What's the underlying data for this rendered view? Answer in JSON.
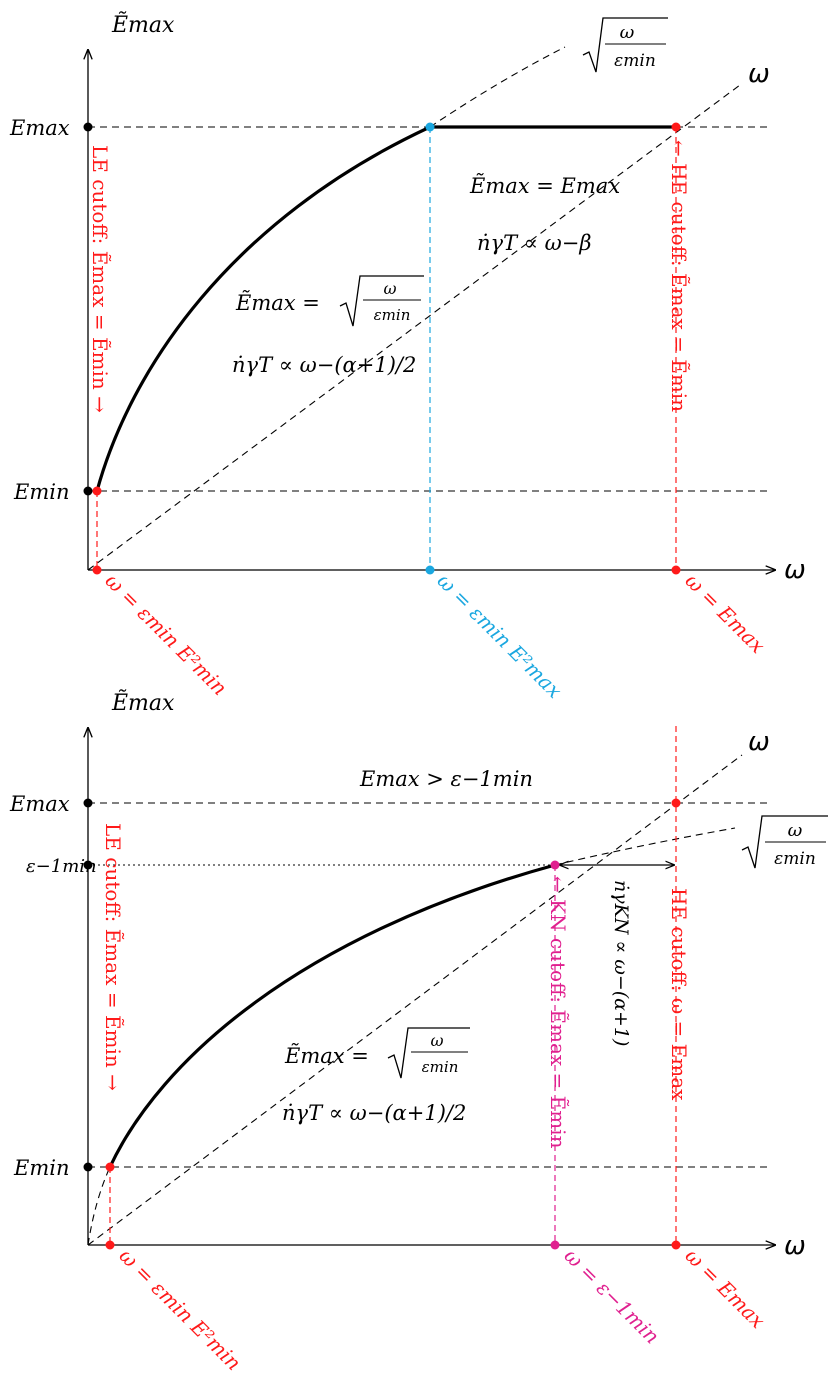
{
  "colors": {
    "black": "#000000",
    "red": "#ff1a1a",
    "cyan": "#1aa7e0",
    "magenta": "#e0208f"
  },
  "top": {
    "y_axis_label": "Ẽmax",
    "x_axis_label": "ω",
    "diag_label": "ω",
    "sqrt_label_num": "ω",
    "sqrt_label_den": "εmin",
    "tick_emax": "Emax",
    "tick_emin": "Emin",
    "le_cutoff": "LE cutoff: Ẽmax = Ẽmin →",
    "he_cutoff": "← HE cutoff: Ẽmax = Ẽmin",
    "region_high_eq": "Ẽmax = Emax",
    "region_high_rate": "ṅγT ∝ ω−β",
    "region_mid_eq_lhs": "Ẽmax =",
    "region_mid_sqrt_num": "ω",
    "region_mid_sqrt_den": "εmin",
    "region_mid_rate": "ṅγT ∝ ω−(α+1)/2",
    "xlab_le": "ω = εmin E²min",
    "xlab_mid": "ω = εmin E²max",
    "xlab_he": "ω = Emax"
  },
  "bottom": {
    "y_axis_label": "Ẽmax",
    "x_axis_label": "ω",
    "diag_label": "ω",
    "sqrt_label_num": "ω",
    "sqrt_label_den": "εmin",
    "tick_emax": "Emax",
    "tick_eps": "ε−1min",
    "tick_emin": "Emin",
    "condition": "Emax > ε−1min",
    "le_cutoff": "LE cutoff: Ẽmax = Ẽmin →",
    "kn_cutoff": "← KN cutoff: Ẽmax = Ẽmin",
    "he_cutoff": "HE cutoff: ω = Emax",
    "kn_rate": "ṅγKN ∝ ω−(α+1)",
    "region_mid_eq_lhs": "Ẽmax =",
    "region_mid_sqrt_num": "ω",
    "region_mid_sqrt_den": "εmin",
    "region_mid_rate": "ṅγT ∝ ω−(α+1)/2",
    "xlab_le": "ω = εmin E²min",
    "xlab_kn": "ω = ε−1min",
    "xlab_he": "ω = Emax"
  }
}
